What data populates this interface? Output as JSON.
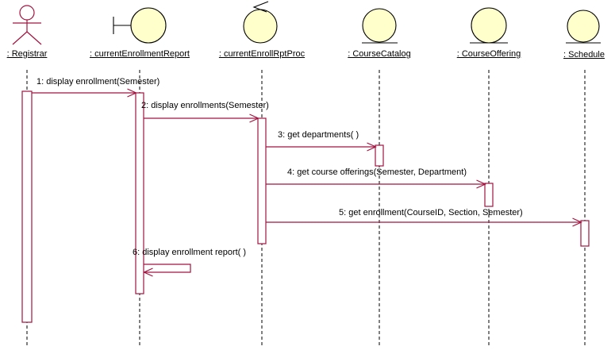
{
  "diagram": {
    "kind": "uml-sequence-diagram",
    "colors": {
      "message_line": "#A21441",
      "head_fill": "#FFFFCC",
      "head_stroke": "#000000",
      "lifeline": "#000000",
      "text": "#000000",
      "background": "#FFFFFF"
    },
    "objects": [
      {
        "label": ": Registrar",
        "icon": "actor-icon"
      },
      {
        "label": ": currentEnrollmentReport",
        "icon": "boundary-icon"
      },
      {
        "label": ": currentEnrollRptProc",
        "icon": "control-icon"
      },
      {
        "label": ": CourseCatalog",
        "icon": "entity-icon"
      },
      {
        "label": ": CourseOffering",
        "icon": "entity-icon"
      },
      {
        "label": ": Schedule",
        "icon": "entity-icon"
      }
    ],
    "messages": [
      {
        "label": "1: display enrollment(Semester)",
        "from": ": Registrar",
        "to": ": currentEnrollmentReport"
      },
      {
        "label": "2: display enrollments(Semester)",
        "from": ": currentEnrollmentReport",
        "to": ": currentEnrollRptProc"
      },
      {
        "label": "3: get departments( )",
        "from": ": currentEnrollRptProc",
        "to": ": CourseCatalog"
      },
      {
        "label": "4: get course offerings(Semester, Department)",
        "from": ": currentEnrollRptProc",
        "to": ": CourseOffering"
      },
      {
        "label": "5: get enrollment(CourseID, Section, Semester)",
        "from": ": currentEnrollRptProc",
        "to": ": Schedule"
      },
      {
        "label": "6: display enrollment report( )",
        "from": ": currentEnrollmentReport",
        "to": ": currentEnrollmentReport",
        "self": true
      }
    ]
  }
}
